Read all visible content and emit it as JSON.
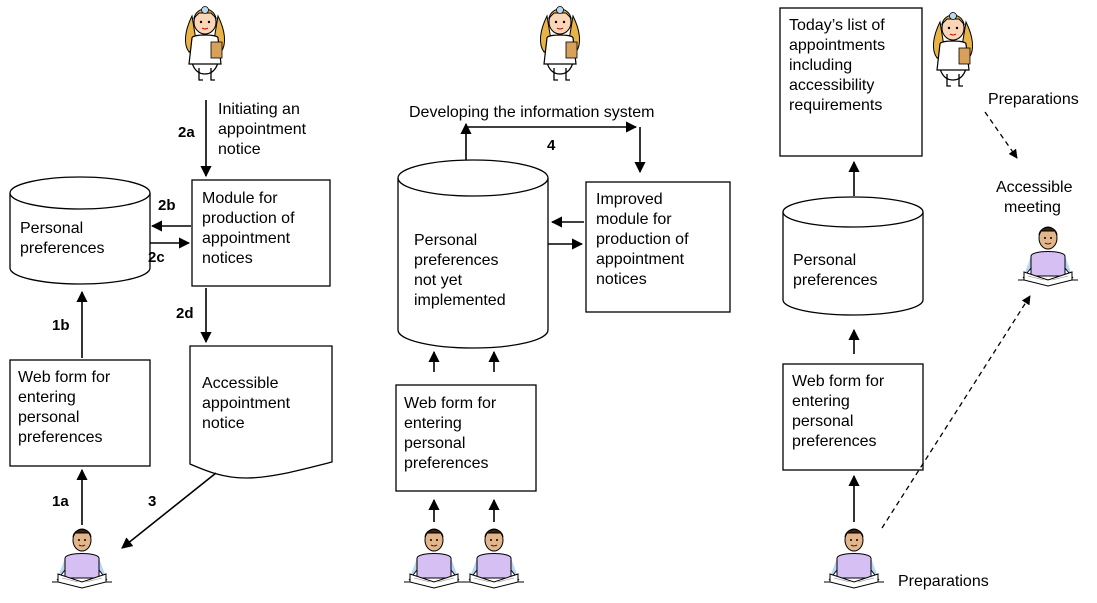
{
  "panel1": {
    "db_label": [
      "Personal",
      "preferences"
    ],
    "module_label": [
      "Module for",
      "production of",
      "appointment",
      "notices"
    ],
    "webform_label": [
      "Web form for",
      "entering",
      "personal",
      "preferences"
    ],
    "notice_label": [
      "Accessible",
      "appointment",
      "notice"
    ],
    "initiating_label": [
      "Initiating an",
      "appointment",
      "notice"
    ],
    "step_1a": "1a",
    "step_1b": "1b",
    "step_2a": "2a",
    "step_2b": "2b",
    "step_2c": "2c",
    "step_2d": "2d",
    "step_3": "3"
  },
  "panel2": {
    "title": "Developing the information system",
    "step_4": "4",
    "db_label": [
      "Personal",
      "preferences",
      "not yet",
      "implemented"
    ],
    "module_label": [
      "Improved",
      "module for",
      "production of",
      "appointment",
      "notices"
    ],
    "webform_label": [
      "Web form for",
      "entering",
      "personal",
      "preferences"
    ]
  },
  "panel3": {
    "list_label": [
      "Today’s list of",
      "appointments",
      "including",
      "accessibility",
      "requirements"
    ],
    "db_label": [
      "Personal",
      "preferences"
    ],
    "webform_label": [
      "Web form for",
      "entering",
      "personal",
      "preferences"
    ],
    "preparations_top": "Preparations",
    "preparations_bottom": "Preparations",
    "meeting_label": [
      "Accessible",
      "meeting"
    ]
  },
  "icons": {
    "doctor": "doctor-icon",
    "person_reading": "person-reading-icon"
  }
}
